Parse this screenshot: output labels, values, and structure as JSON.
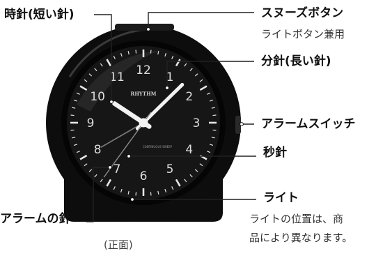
{
  "labels": {
    "hour_hand": "時針(短い針)",
    "snooze_button": "スヌーズボタン",
    "snooze_button_sub": "ライトボタン兼用",
    "minute_hand": "分針(長い針)",
    "alarm_switch": "アラームスイッチ",
    "second_hand": "秒針",
    "light": "ライト",
    "light_note_line1": "ライトの位置は、商",
    "light_note_line2": "品により異なります。",
    "alarm_hand": "アラームの針",
    "view": "(正面)"
  },
  "clock": {
    "brand": "RHYTHM",
    "dial_text": "CONTINUOUS SWEEP",
    "numerals": [
      "12",
      "1",
      "2",
      "3",
      "4",
      "5",
      "6",
      "7",
      "8",
      "9",
      "10",
      "11"
    ],
    "time_shown": {
      "hour": 10,
      "minute": 7,
      "second": 36,
      "alarm_minute_on_dial": 40
    }
  },
  "colors": {
    "body": "#0d0d0d",
    "face": "#161616",
    "hands": "#f2f2f2",
    "second_hand": "#8a8a8a",
    "leader_lines": "#222222",
    "text": "#111111"
  }
}
